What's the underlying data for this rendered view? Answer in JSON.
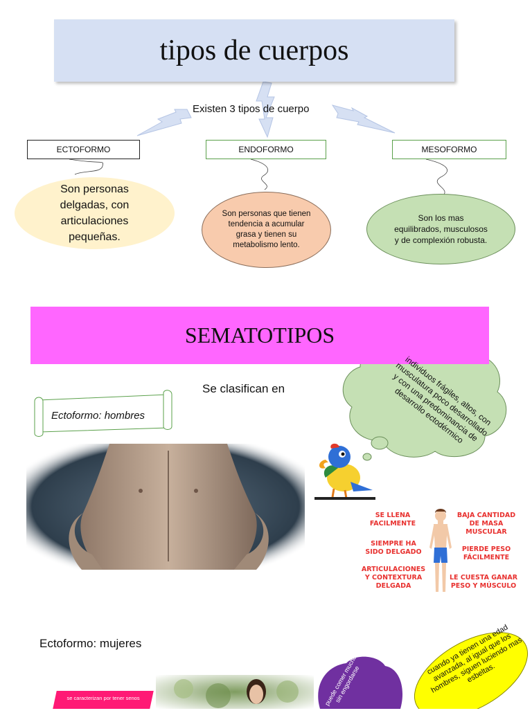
{
  "header": {
    "title": "tipos de cuerpos",
    "subtitle": "Existen 3 tipos de cuerpo"
  },
  "types": {
    "ecto": {
      "label": "ECTOFORMO",
      "description": "Son personas delgadas, con articulaciones pequeñas."
    },
    "endo": {
      "label": "ENDOFORMO",
      "description": "Son personas que tienen tendencia a acumular grasa y tienen su metabolismo lento."
    },
    "meso": {
      "label": "MESOFORMO",
      "description": "Son los mas equilibrados, musculosos y de complexión robusta."
    }
  },
  "section": {
    "title": "SEMATOTIPOS",
    "classify": "Se clasifican en",
    "men_label": "Ectoformo: hombres",
    "cloud_note": "individuos frágiles, altos, con musculatura poco desarrollado y con una predominancia de desarrollo ectodérmico"
  },
  "infographic": {
    "left": [
      "SE LLENA FACILMENTE",
      "SIEMPRE HA SIDO DELGADO",
      "ARTICULACIONES Y CONTEXTURA DELGADA"
    ],
    "right": [
      "BAJA CANTIDAD DE MASA MUSCULAR",
      "PIERDE PESO FÁCILMENTE",
      "LE CUESTA GANAR PESO Y MÚSCULO"
    ]
  },
  "women": {
    "label": "Ectoformo: mujeres",
    "pink_tag": "se caracterizan por tener senos",
    "purple_cloud": "puede comer mucho sin engordarse",
    "yellow_note": "cuando ya tienen una edad avanzada, al igual que los hombres, siguen luciendo mas esbeltas."
  },
  "colors": {
    "title_bg": "#d6e0f3",
    "section_bg": "#ff66ff",
    "ecto_ellipse": "#fff2cc",
    "endo_ellipse": "#f8cbad",
    "meso_ellipse": "#c5e0b4",
    "cloud_green": "#c5e0b4",
    "info_red": "#e8312f",
    "purple": "#7030a0",
    "yellow": "#ffff00",
    "pink": "#ff1a75"
  }
}
